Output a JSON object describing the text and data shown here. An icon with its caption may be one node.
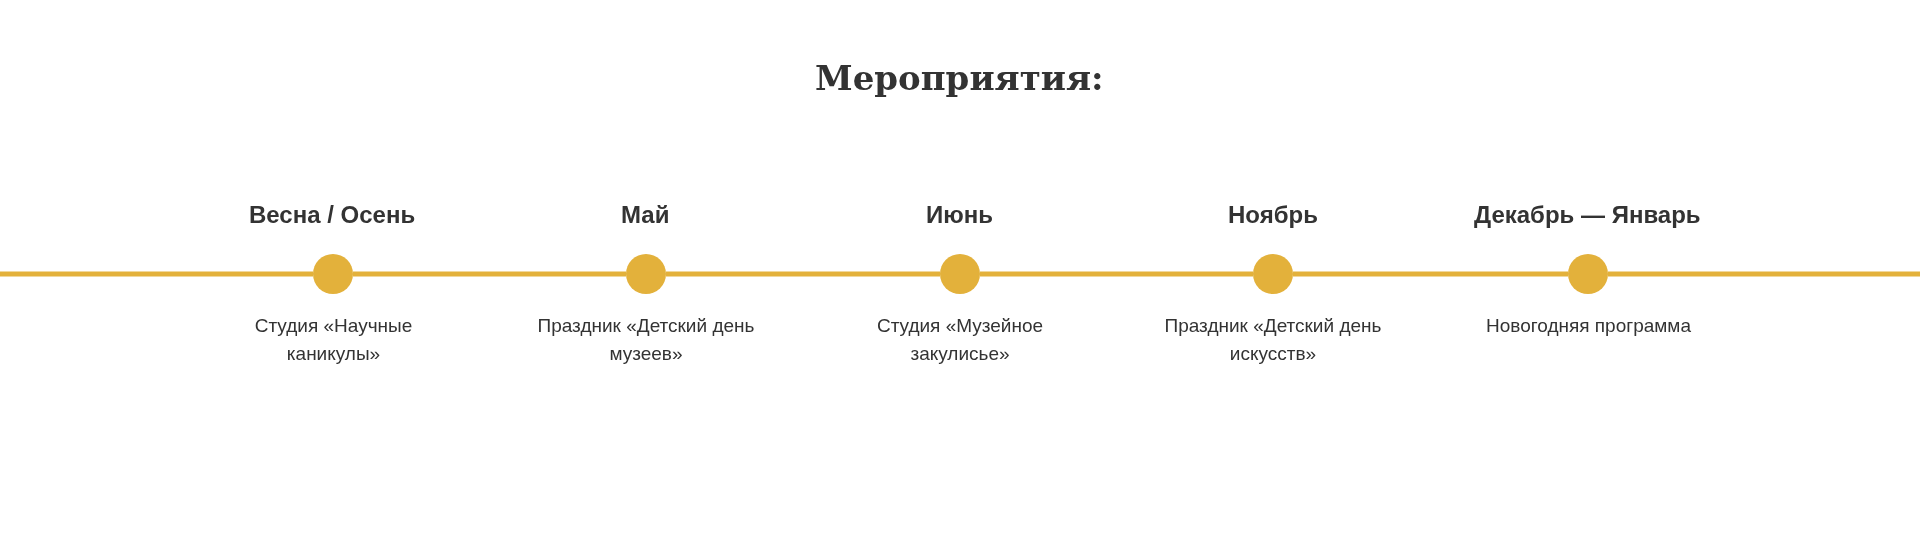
{
  "diagram": {
    "title": "Мероприятия:",
    "nodes": [
      {
        "text": [],
        "shape": "circle",
        "beside": [
          "Весна / Осень",
          "Студия «Научные каникулы»"
        ]
      },
      {
        "text": [],
        "shape": "circle",
        "beside": [
          "Май",
          "Праздник «Детский день музеев»"
        ]
      },
      {
        "text": [],
        "shape": "circle",
        "beside": [
          "Июнь",
          "Студия «Музейное закулисье»"
        ]
      },
      {
        "text": [],
        "shape": "circle",
        "beside": [
          "Ноябрь",
          "Праздник «Детский день искусств»"
        ]
      },
      {
        "text": [],
        "shape": "circle",
        "beside": [
          "Декабрь — Январь",
          "Новогодняя программа"
        ]
      }
    ],
    "edges": [
      {
        "from": null,
        "to": 0,
        "arrow": "none"
      },
      {
        "from": 0,
        "to": 1,
        "arrow": "none"
      },
      {
        "from": 1,
        "to": 2,
        "arrow": "none"
      },
      {
        "from": 2,
        "to": 3,
        "arrow": "none"
      },
      {
        "from": 3,
        "to": 4,
        "arrow": "none"
      },
      {
        "from": 4,
        "to": null,
        "arrow": "none"
      }
    ]
  }
}
